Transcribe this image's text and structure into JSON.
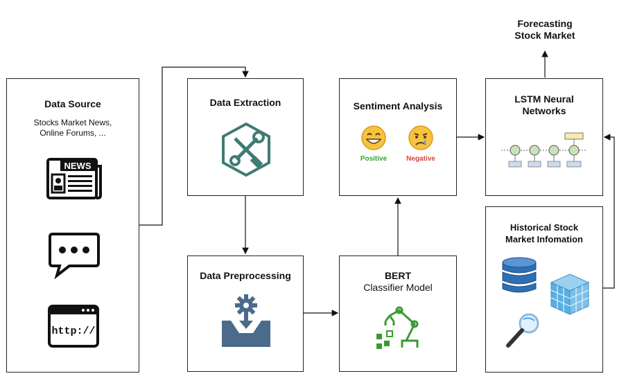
{
  "output": {
    "title_line1": "Forecasting",
    "title_line2": "Stock Market"
  },
  "data_source": {
    "title": "Data Source",
    "desc_line1": "Stocks Market News,",
    "desc_line2": "Online Forums, ...",
    "news_badge": "NEWS",
    "http_text": "http://"
  },
  "data_extraction": {
    "title": "Data Extraction"
  },
  "data_preprocessing": {
    "title": "Data Preprocessing"
  },
  "sentiment": {
    "title": "Sentiment Analysis",
    "positive_label": "Positive",
    "negative_label": "Negative",
    "positive_color": "#33a532",
    "negative_color": "#d8443c"
  },
  "bert": {
    "title": "BERT",
    "subtitle": "Classifier Model"
  },
  "lstm": {
    "title_line1": "LSTM Neural",
    "title_line2": "Networks"
  },
  "historical": {
    "title_line1": "Historical Stock",
    "title_line2": "Market Infomation"
  },
  "colors": {
    "teal": "#3f7b73",
    "slate": "#4a6b8a",
    "green": "#3a9a2f",
    "db_blue": "#2f6fb3"
  }
}
